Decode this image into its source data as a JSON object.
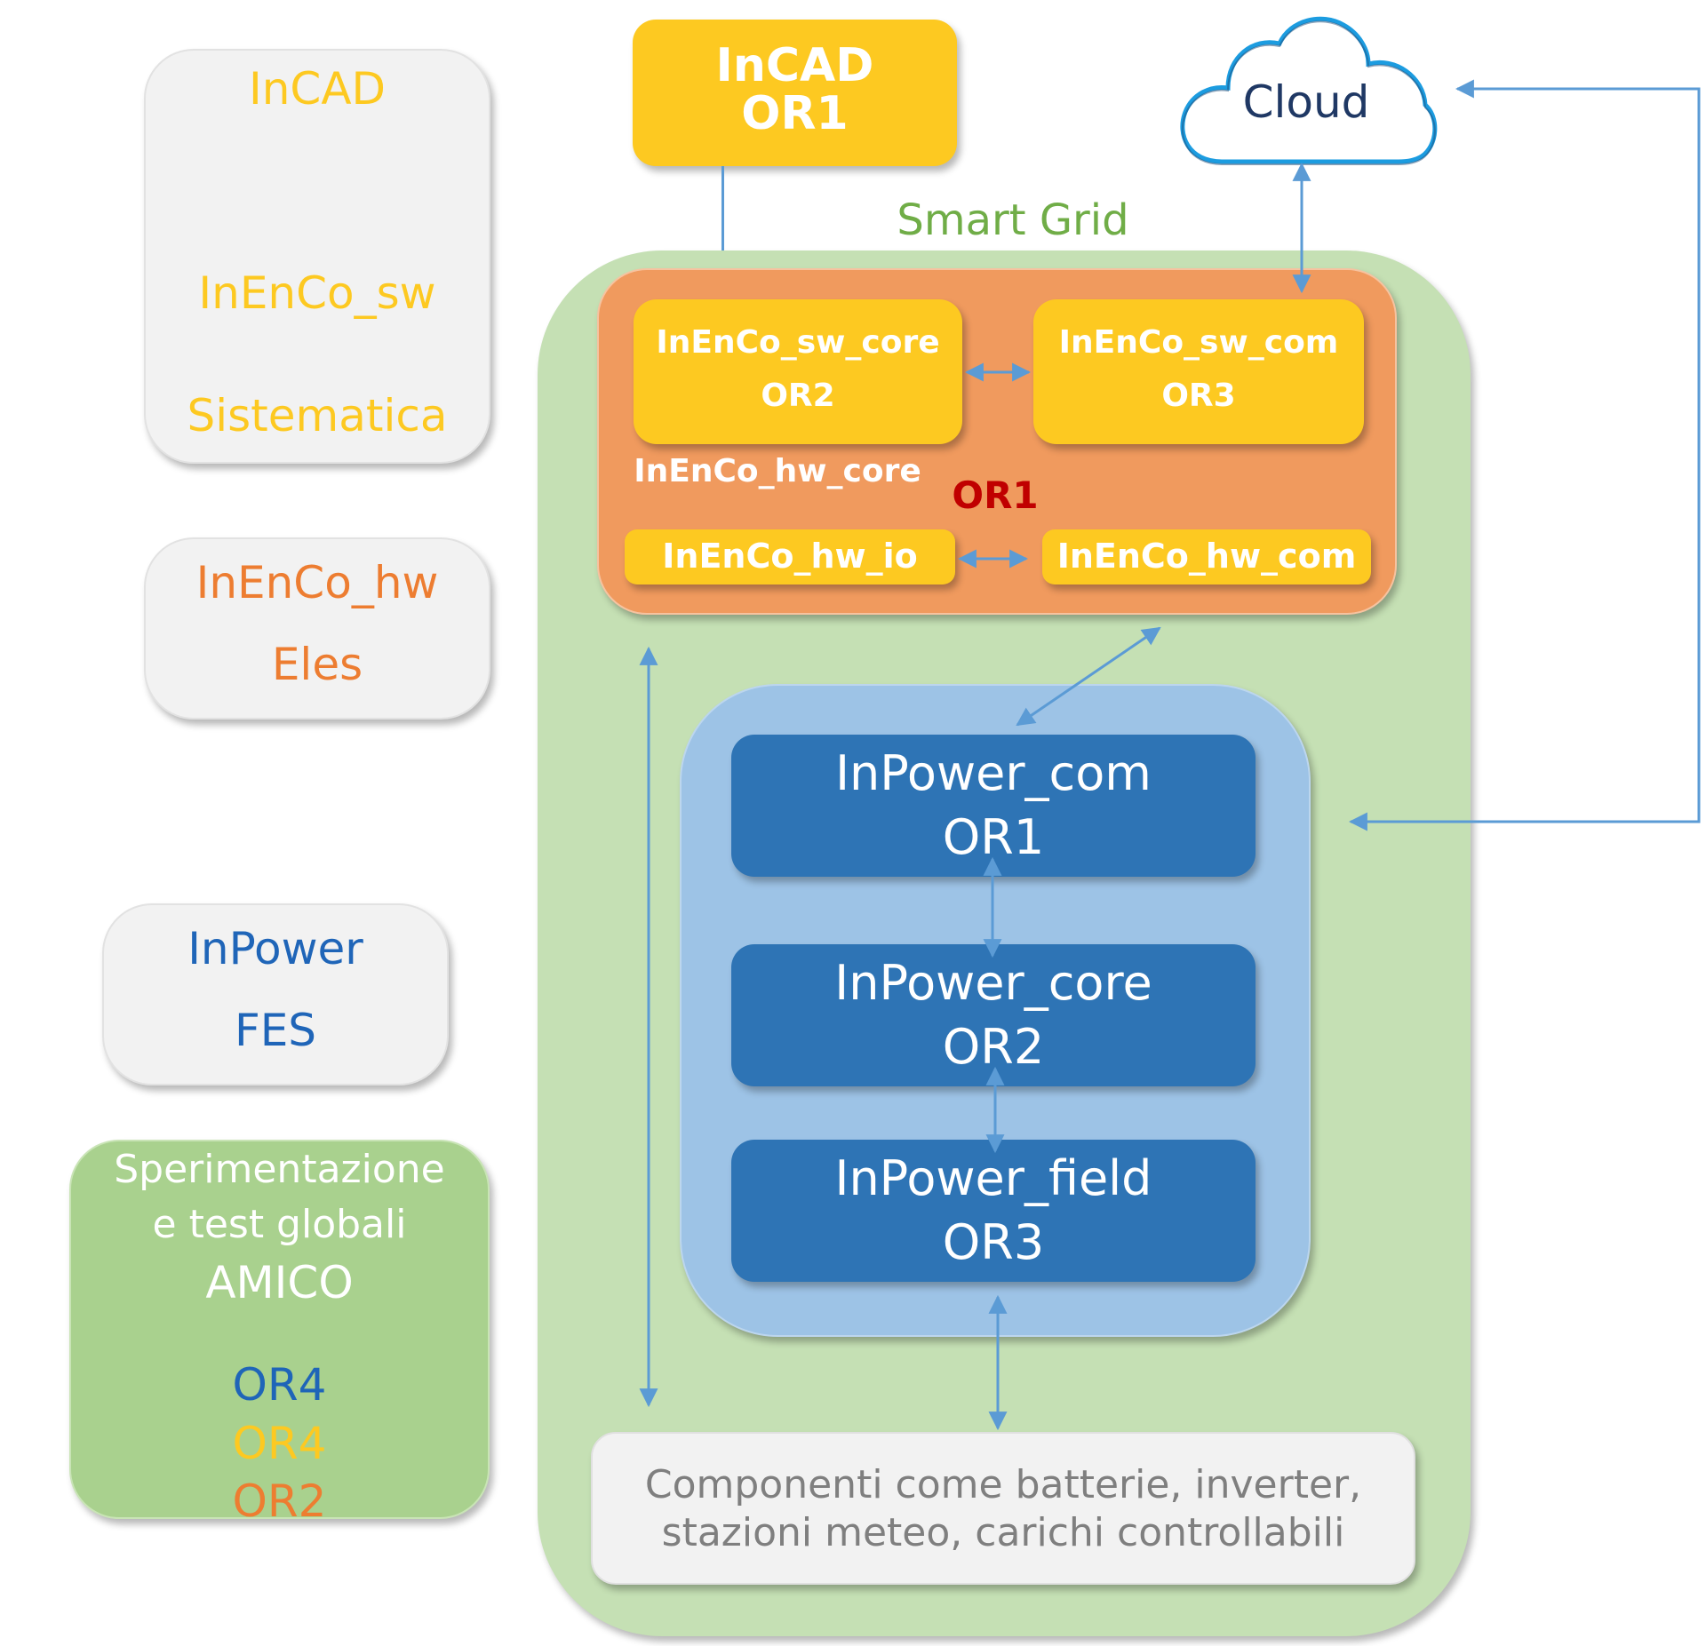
{
  "colors": {
    "yellow": "#fdc921",
    "orange_text": "#ed7d31",
    "orange_box": "#f09a5e",
    "green_box": "#c5e0b4",
    "amico_green": "#a9d18e",
    "light_blue": "#9dc3e6",
    "dark_blue": "#2e74b5",
    "blue_text": "#1f65b8",
    "smart_grid_text": "#70ad47",
    "red_text": "#c00000",
    "arrow": "#5b9bd5",
    "cloud_text": "#1f3864"
  },
  "legend": {
    "incad_sw": {
      "line1": "InCAD",
      "line2": "InEnCo_sw",
      "line3": "Sistematica"
    },
    "inenco_hw": {
      "line1": "InEnCo_hw",
      "line2": "Eles"
    },
    "inpower": {
      "line1": "InPower",
      "line2": "FES"
    },
    "amico": {
      "line1": "Sperimentazione",
      "line2": "e test globali",
      "line3": "AMICO",
      "or_blue": "OR4",
      "or_yellow": "OR4",
      "or_orange": "OR2"
    }
  },
  "incad_box": {
    "line1": "InCAD",
    "line2": "OR1"
  },
  "cloud": {
    "label": "Cloud"
  },
  "smart_grid": {
    "label": "Smart Grid"
  },
  "inenco": {
    "sw_core": {
      "line1": "InEnCo_sw_core",
      "line2": "OR2"
    },
    "sw_com": {
      "line1": "InEnCo_sw_com",
      "line2": "OR3"
    },
    "hw_core_label": "InEnCo_hw_core",
    "or_label": "OR1",
    "hw_io": "InEnCo_hw_io",
    "hw_com": "InEnCo_hw_com"
  },
  "inpower_stack": {
    "com": {
      "line1": "InPower_com",
      "line2": "OR1"
    },
    "core": {
      "line1": "InPower_core",
      "line2": "OR2"
    },
    "field": {
      "line1": "InPower_field",
      "line2": "OR3"
    }
  },
  "components": {
    "line1": "Componenti come batterie, inverter,",
    "line2": "stazioni meteo, carichi controllabili"
  }
}
